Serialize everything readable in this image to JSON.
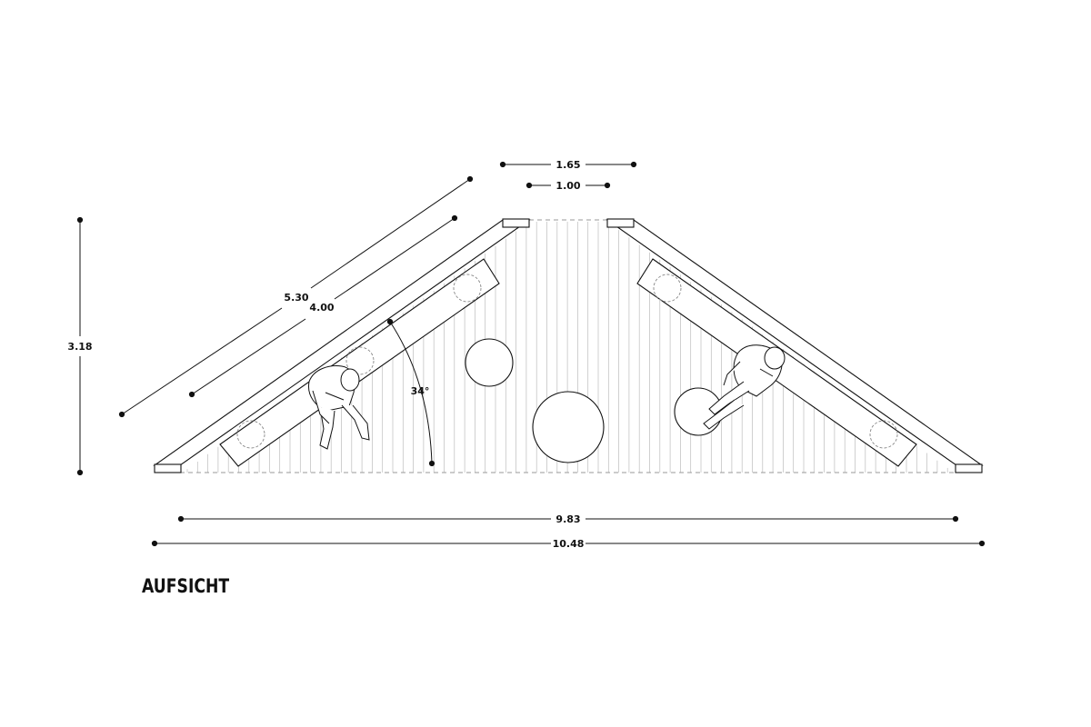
{
  "dimensions": {
    "top_outer": "1.65",
    "top_inner": "1.00",
    "height": "3.18",
    "slope_outer": "5.30",
    "slope_inner": "4.00",
    "angle": "34°",
    "bottom_inner": "9.83",
    "bottom_outer": "10.48"
  },
  "caption": "AUFSICHT"
}
